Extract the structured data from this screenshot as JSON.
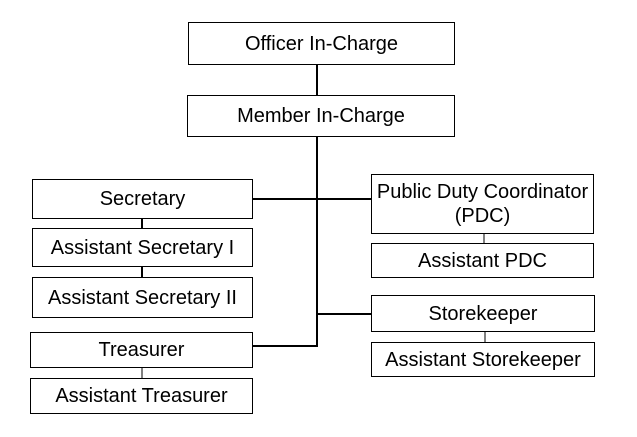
{
  "colors": {
    "background": "#ffffff",
    "box_border": "#000000",
    "text": "#000000",
    "connector": "#000000",
    "connector_light": "#808080"
  },
  "org_chart": {
    "type": "organizational-chart",
    "nodes": [
      {
        "id": "officer-in-charge",
        "label": "Officer In-Charge"
      },
      {
        "id": "member-in-charge",
        "label": "Member In-Charge"
      },
      {
        "id": "secretary",
        "label": "Secretary"
      },
      {
        "id": "assistant-secretary-1",
        "label": "Assistant Secretary I"
      },
      {
        "id": "assistant-secretary-2",
        "label": "Assistant Secretary II"
      },
      {
        "id": "treasurer",
        "label": "Treasurer"
      },
      {
        "id": "assistant-treasurer",
        "label": "Assistant Treasurer"
      },
      {
        "id": "pdc",
        "label": "Public Duty Coordinator (PDC)"
      },
      {
        "id": "assistant-pdc",
        "label": "Assistant PDC"
      },
      {
        "id": "storekeeper",
        "label": "Storekeeper"
      },
      {
        "id": "assistant-storekeeper",
        "label": "Assistant Storekeeper"
      }
    ],
    "edges": [
      {
        "from": "Officer In-Charge",
        "to": "Member In-Charge"
      },
      {
        "from": "Member In-Charge",
        "to": "Secretary"
      },
      {
        "from": "Member In-Charge",
        "to": "Public Duty Coordinator (PDC)"
      },
      {
        "from": "Member In-Charge",
        "to": "Storekeeper"
      },
      {
        "from": "Member In-Charge",
        "to": "Treasurer"
      },
      {
        "from": "Secretary",
        "to": "Assistant Secretary I"
      },
      {
        "from": "Assistant Secretary I",
        "to": "Assistant Secretary II"
      },
      {
        "from": "Treasurer",
        "to": "Assistant Treasurer"
      },
      {
        "from": "Public Duty Coordinator (PDC)",
        "to": "Assistant PDC"
      },
      {
        "from": "Storekeeper",
        "to": "Assistant Storekeeper"
      }
    ]
  }
}
